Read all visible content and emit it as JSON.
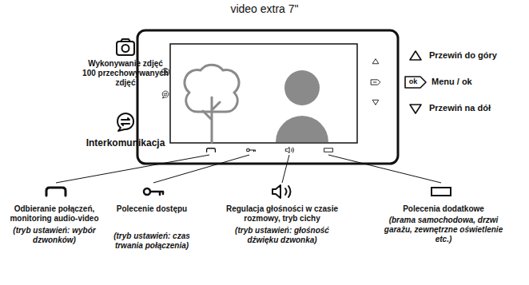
{
  "diagram": {
    "title": "video extra 7\"",
    "labels": [
      "Wykonywanie zdjęć 100 przechowywanych zdjęć",
      "Interkomunikacja",
      "Przewiń do góry",
      "Menu / ok",
      "Przewiń na dół",
      "ok",
      "Odbieranie połączeń, monitoring audio-video",
      "(tryb ustawień: wybór dzwonków)",
      "Polecenie dostępu",
      "(tryb ustawień: czas trwania połączenia)",
      "Regulacja głośności w czasie rozmowy, tryb cichy",
      "(tryb ustawień: głośność dźwięku dzwonka)",
      "Polecenia dodatkowe",
      "(brama samochodowa, drzwi garażu, zewnętrzne oświetlenie etc.)"
    ]
  }
}
